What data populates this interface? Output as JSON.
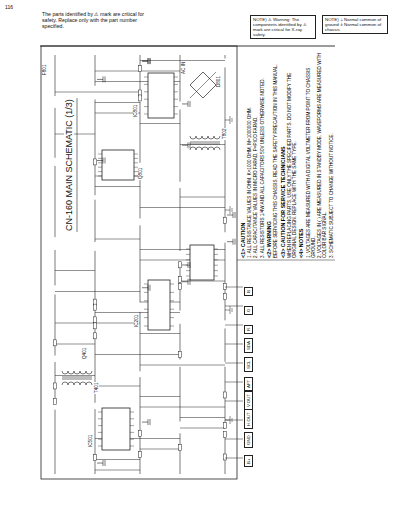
{
  "diagram": {
    "title": "CN-160 MAIN SCHEMATIC (1/3)",
    "labels": [
      "The parts identified by ⚠ mark are critical for safety. Replace only with the part number specified.",
      "NOTE) ⚠ Warning: The components identified by ⚠ mark are critical for X-ray safety.",
      "NOTE) ⊥ Normal common of ground ⏚ Normal common of chassis",
      "<1> CAUTION",
      "1. ALL RESISTANCE VALUES IN OHM. K=1000 OHM, M=1000000 OHM.",
      "2. ALL CAPACITANCE VALUES IN MICRO FARAD, P=PICO FARAD.",
      "3. ALL RESISTORS 1/4W AND ALL CAPACITORS 50V UNLESS OTHERWISE NOTED.",
      "<2> WARNING",
      "BEFORE SERVICING THIS CHASSIS, READ THE SAFETY PRECAUTION IN THIS MANUAL.",
      "<3> CAUTION FOR SERVICE TECHNICIANS",
      "WHEN REPLACING PARTS, USE ONLY THE SPECIFIED PARTS. DO NOT MODIFY THE ORIGINAL DESIGN. REPLACE WITH THE SAME TYPE.",
      "<4> NOTES",
      "1. VOLTAGES ARE MEASURED WITH A DIGITAL VOLTMETER FROM POINT TO CHASSIS GROUND.",
      "2. VOLTAGES IN ( ) ARE MEASURED IN STANDBY MODE. WAVEFORMS ARE MEASURED WITH COLOR BAR SIGNAL.",
      "3. SCHEMATIC SUBJECT TO CHANGE WITHOUT NOTICE.",
      "B+",
      "GND",
      "H.OUT",
      "V.OUT",
      "AFT",
      "SCL",
      "SDA",
      "R",
      "G",
      "B",
      "IC501",
      "Q401",
      "T401",
      "D801",
      "F801",
      "IC801",
      "T802",
      "Q801",
      "IC201",
      "AC IN",
      "116"
    ]
  }
}
